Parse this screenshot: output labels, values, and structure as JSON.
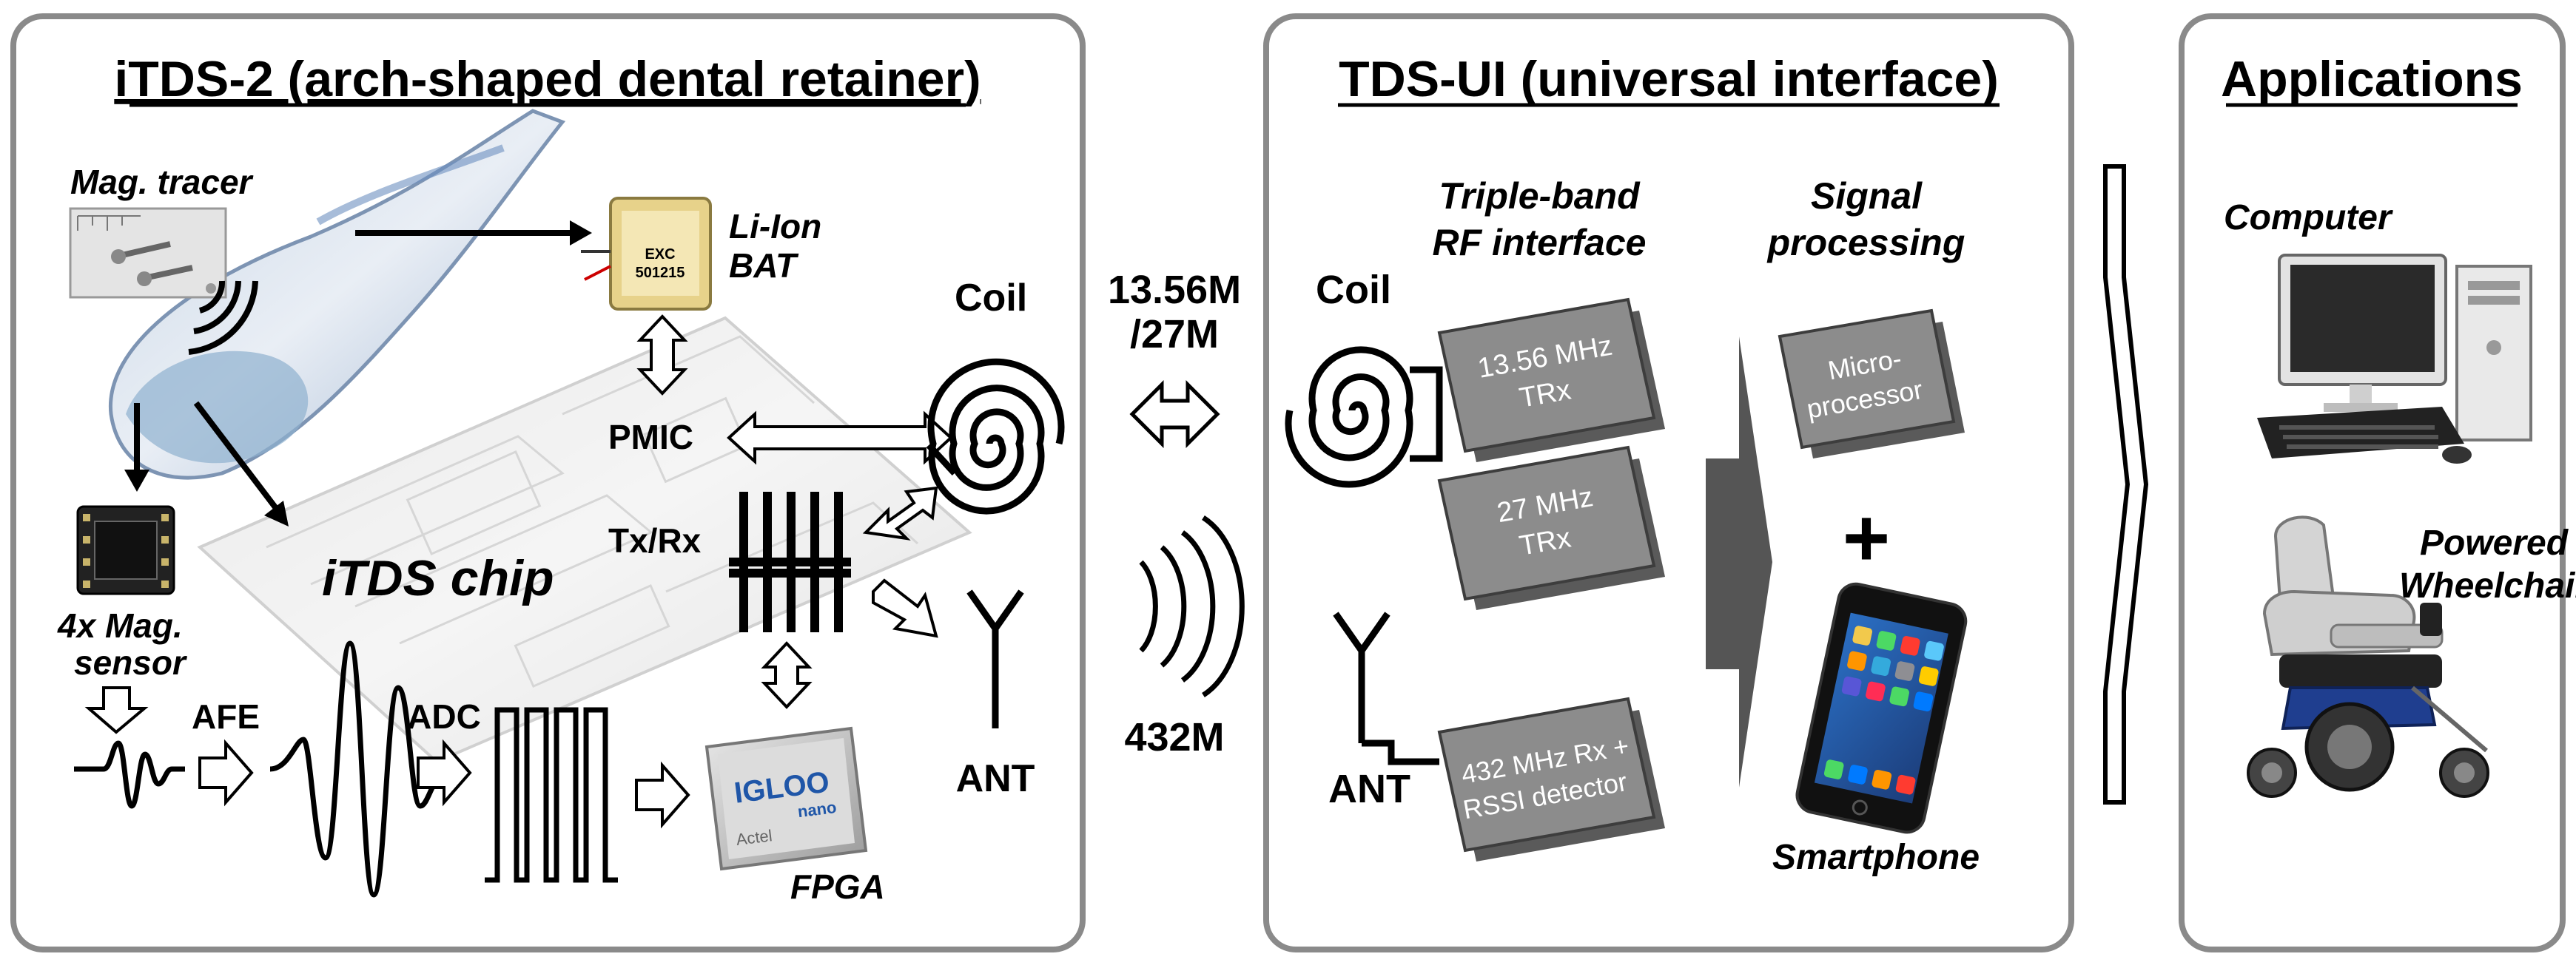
{
  "panels": {
    "left_title": "iTDS-2 (arch-shaped dental retainer)",
    "middle_title": "TDS-UI (universal interface)",
    "right_title": "Applications"
  },
  "left": {
    "mag_tracer": "Mag. tracer",
    "li_ion_line1": "Li-Ion",
    "li_ion_line2": "BAT",
    "pmic": "PMIC",
    "txrx": "Tx/Rx",
    "coil": "Coil",
    "ant": "ANT",
    "itds_chip": "iTDS chip",
    "mag_sensor_line1": "4x Mag.",
    "mag_sensor_line2": "sensor",
    "afe": "AFE",
    "adc": "ADC",
    "fpga": "FPGA",
    "fpga_logo_main": "IGLOO",
    "fpga_logo_sub": "nano",
    "fpga_logo_brand": "Actel",
    "battery_print1": "EXC",
    "battery_print2": "501215"
  },
  "link": {
    "freq_line1": "13.56M",
    "freq_line2": "/27M",
    "freq_432": "432M"
  },
  "middle": {
    "triple_line1": "Triple-band",
    "triple_line2": "RF interface",
    "signal_line1": "Signal",
    "signal_line2": "processing",
    "coil": "Coil",
    "ant": "ANT",
    "trx1_line1": "13.56 MHz",
    "trx1_line2": "TRx",
    "trx2_line1": "27 MHz",
    "trx2_line2": "TRx",
    "rx432_line1": "432 MHz Rx +",
    "rx432_line2": "RSSI detector",
    "micro_line1": "Micro-",
    "micro_line2": "processor",
    "plus": "+",
    "smartphone": "Smartphone"
  },
  "right": {
    "computer": "Computer",
    "wheelchair_line1": "Powered",
    "wheelchair_line2": "Wheelchair"
  },
  "colors": {
    "panel_border": "#8a8a8a",
    "box_fill": "#8c8c8c",
    "box_shadow": "#5a5a5a",
    "text": "#000000",
    "arrow_fill": "#ffffff",
    "wedge": "#555555"
  }
}
